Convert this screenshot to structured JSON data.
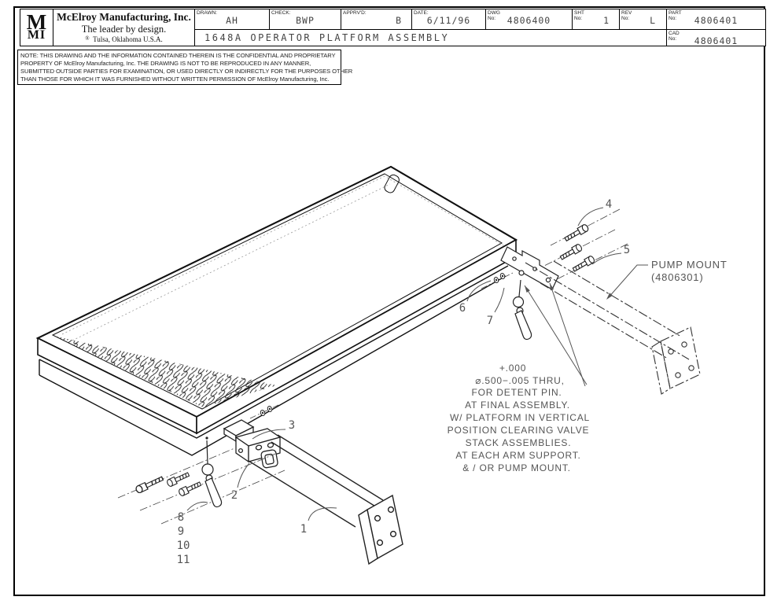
{
  "title_block": {
    "logo_top": "M",
    "logo_bottom": "MI",
    "company_name": "McElroy Manufacturing, Inc.",
    "tagline": "The leader by design.",
    "registered": "®",
    "location": "Tulsa, Oklahoma U.S.A.",
    "drawing_title": "1648A OPERATOR PLATFORM ASSEMBLY",
    "fields": [
      {
        "label": "DRAWN:",
        "label2": "",
        "value": "AH"
      },
      {
        "label": "CHECK:",
        "label2": "",
        "value": "BWP"
      },
      {
        "label": "APPRV'D:",
        "label2": "",
        "value": "B"
      },
      {
        "label": "DATE:",
        "label2": "",
        "value": "6/11/96"
      },
      {
        "label": "DWG",
        "label2": "No:",
        "value": "4806400"
      },
      {
        "label": "SHT",
        "label2": "No:",
        "value": "1"
      },
      {
        "label": "REV",
        "label2": "No:",
        "value": "L"
      },
      {
        "label": "PART",
        "label2": "No:",
        "value": "4806401"
      },
      {
        "label": "CAD",
        "label2": "No:",
        "value": "4806401"
      }
    ]
  },
  "note": {
    "lines": [
      "NOTE: THIS DRAWING AND THE INFORMATION CONTAINED THEREIN IS THE CONFIDENTIAL AND PROPRIETARY",
      "PROPERTY OF McElroy Manufacturing, Inc. THE DRAWING IS NOT TO BE REPRODUCED IN ANY MANNER,",
      "SUBMITTED OUTSIDE PARTIES FOR EXAMINATION, OR USED DIRECTLY OR INDIRECTLY FOR THE PURPOSES OTHER",
      "THAN THOSE FOR WHICH IT WAS FURNISHED WITHOUT WRITTEN PERMISSION OF McElroy Manufacturing, Inc."
    ]
  },
  "drawing": {
    "callouts": [
      "1",
      "2",
      "3",
      "4",
      "5",
      "6",
      "7",
      "8",
      "9",
      "10",
      "11"
    ],
    "pump_mount": [
      "PUMP MOUNT",
      "(4806301)"
    ],
    "tolerance_note": [
      "+.000",
      "⌀.500−.005 THRU,",
      "FOR DETENT PIN.",
      "AT FINAL ASSEMBLY.",
      "W/ PLATFORM IN VERTICAL",
      "POSITION CLEARING VALVE",
      "STACK ASSEMBLIES.",
      "AT EACH ARM SUPPORT.",
      "& / OR PUMP MOUNT."
    ]
  }
}
